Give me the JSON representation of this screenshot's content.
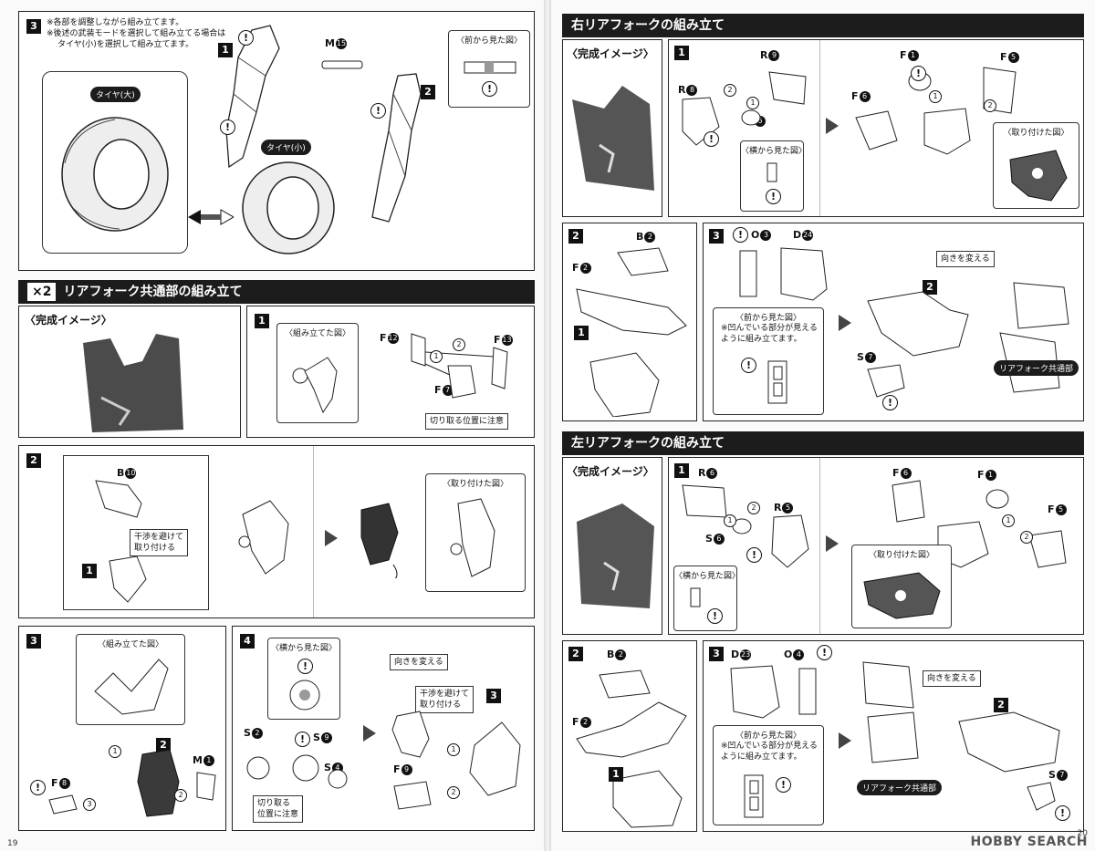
{
  "left_page": {
    "page_number": "19",
    "step3_top": {
      "step": "3",
      "notes": [
        "※各部を調整しながら組み立てます。",
        "※後述の武装モードを選択して組み立てる場合は",
        "タイヤ(小)を選択して組み立てます。"
      ],
      "tire_large": "タイヤ(大)",
      "tire_small": "タイヤ(小)",
      "front_view": "〈前から見た図〉",
      "part_m": "M",
      "part_m_num": "15",
      "s1": "1",
      "s2": "2"
    },
    "rear_fork_common": {
      "multiplier": "×2",
      "title": "リアフォーク共通部の組み立て",
      "complete_image": "〈完成イメージ〉",
      "step1": {
        "num": "1",
        "assembled_view": "〈組み立てた図〉",
        "parts": [
          {
            "l": "F",
            "n": "12"
          },
          {
            "l": "F",
            "n": "13"
          },
          {
            "l": "F",
            "n": "7"
          }
        ],
        "cut_note": "切り取る位置に注意"
      },
      "step2": {
        "num": "2",
        "part": {
          "l": "B",
          "n": "10"
        },
        "avoid_note": [
          "干渉を避けて",
          "取り付ける"
        ],
        "attached_view": "〈取り付けた図〉"
      },
      "step3": {
        "num": "3",
        "assembled_view": "〈組み立てた図〉",
        "parts": [
          {
            "l": "F",
            "n": "8"
          },
          {
            "l": "M",
            "n": "1"
          }
        ]
      },
      "step4": {
        "num": "4",
        "side_view": "〈横から見た図〉",
        "parts": [
          {
            "l": "S",
            "n": "2"
          },
          {
            "l": "S",
            "n": "9"
          },
          {
            "l": "S",
            "n": "4"
          },
          {
            "l": "F",
            "n": "9"
          }
        ],
        "cut_note": [
          "切り取る",
          "位置に注意"
        ],
        "turn": "向きを変える",
        "avoid_note": [
          "干渉を避けて",
          "取り付ける"
        ]
      }
    }
  },
  "right_page": {
    "page_number": "20",
    "right_fork": {
      "title": "右リアフォークの組み立て",
      "complete_image": "〈完成イメージ〉",
      "step1": {
        "num": "1",
        "parts": [
          {
            "l": "R",
            "n": "9"
          },
          {
            "l": "R",
            "n": "8"
          },
          {
            "l": "S",
            "n": "6"
          },
          {
            "l": "F",
            "n": "1"
          },
          {
            "l": "F",
            "n": "5"
          },
          {
            "l": "F",
            "n": "6"
          }
        ],
        "side_view": "〈横から見た図〉",
        "attached_view": "〈取り付けた図〉"
      },
      "step2": {
        "num": "2",
        "parts": [
          {
            "l": "B",
            "n": "2"
          },
          {
            "l": "F",
            "n": "2"
          }
        ]
      },
      "step3": {
        "num": "3",
        "parts": [
          {
            "l": "O",
            "n": "3"
          },
          {
            "l": "D",
            "n": "24"
          },
          {
            "l": "S",
            "n": "7"
          }
        ],
        "front_view": "〈前から見た図〉",
        "note": [
          "※凹んでいる部分が見える",
          "ように組み立てます。"
        ],
        "turn": "向きを変える",
        "common": "リアフォーク共通部"
      }
    },
    "left_fork": {
      "title": "左リアフォークの組み立て",
      "complete_image": "〈完成イメージ〉",
      "step1": {
        "num": "1",
        "parts": [
          {
            "l": "R",
            "n": "6"
          },
          {
            "l": "R",
            "n": "5"
          },
          {
            "l": "S",
            "n": "6"
          },
          {
            "l": "F",
            "n": "6"
          },
          {
            "l": "F",
            "n": "1"
          },
          {
            "l": "F",
            "n": "5"
          }
        ],
        "side_view": "〈横から見た図〉",
        "attached_view": "〈取り付けた図〉"
      },
      "step2": {
        "num": "2",
        "parts": [
          {
            "l": "B",
            "n": "2"
          },
          {
            "l": "F",
            "n": "2"
          }
        ]
      },
      "step3": {
        "num": "3",
        "parts": [
          {
            "l": "D",
            "n": "23"
          },
          {
            "l": "O",
            "n": "4"
          },
          {
            "l": "S",
            "n": "7"
          }
        ],
        "front_view": "〈前から見た図〉",
        "note": [
          "※凹んでいる部分が見える",
          "ように組み立てます。"
        ],
        "turn": "向きを変える",
        "common": "リアフォーク共通部"
      }
    },
    "watermark": "HOBBY SEARCH"
  }
}
